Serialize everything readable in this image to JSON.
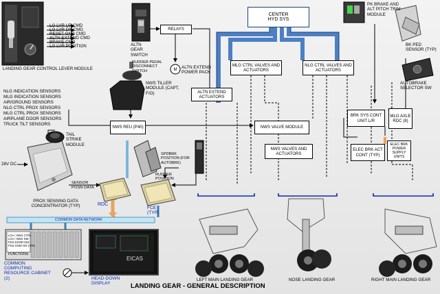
{
  "title": "LANDING GEAR - GENERAL DESCRIPTION",
  "center_hyd": {
    "line1": "CENTER",
    "line2": "HYD SYS"
  },
  "lever_module": {
    "label": "LANDING GEAR CONTROL LEVER MODULE",
    "signals": [
      "LG LVR UP CMD",
      "LG LVR DN CMD",
      "RESET GND CMD",
      "ALTN EXTEND CMD",
      "BRAKE CMD",
      "LG LVR POSITION"
    ]
  },
  "altn_switch": {
    "label": "ALTN GEAR SWITCH"
  },
  "relays": "RELAYS",
  "power_pack": {
    "symbol": "M",
    "label": "ALTN EXTEND POWER PACK"
  },
  "altn_actuators": "ALTN EXTEND ACTUATORS",
  "mlg_valves": "MLG CTRL VALVES AND ACTUATORS",
  "nlg_valves": "NLG CTRL VALVES AND ACTUATORS",
  "pk_brake": "PK BRAKE AND ALT PITCH TRIM MODULE",
  "bk_ped": "BK PED SENSOR (TYP)",
  "autobrake": "AUTOBRAKE SELECTOR SW",
  "rudder_disconnect": "RUDDER PEDAL DISCONNECT SWITCH",
  "tiller": "NWS TILLER MODULE (CAPT, F/O)",
  "sensors": [
    "NLG INDICATION SENSORS",
    "MLG INDICATION SENSORS",
    "AIR/GROUND SENSORS",
    "NLG CTRL PROX SENSORS",
    "MLG CTRL PROX SENSORS",
    "AIRPLANE DOOR SENSORS",
    "TRUCK TILT SENSORS"
  ],
  "tail_strike": "TAIL STRIKE MODULE",
  "nws_reu": "NWS REU (P40)",
  "nws_valve": "NWS VALVE MODULE",
  "nws_valves_act": "NWS VALVES AND ACTUATORS",
  "brk_sys": "BRK SYS CONT UNIT L/R",
  "mlg_axle": "MLG AXLE RDC (8)",
  "elec_brk": "ELEC BRK ACT CONT (TYP)",
  "elec_power": "ELEC BRK POWER SUPPLY UNITS",
  "spdbrk": "SPDBRK POSITION (FOR AUTOBRK)",
  "rudder_position": "RUDDER POSITION",
  "dc28": "28V DC",
  "sensor_posn": "SENSOR POSN DATA",
  "psdc": "PROX SENSING DATA CONCENTRATOR (TYP)",
  "rdc": "RDC",
  "fce": "FCE (TYP)",
  "cdn": "COMMON DATA NETWORK",
  "ccr": "COMMON COMPUTING RESOURCE CABINET (2)",
  "ccr_screen": [
    "LGA / NWS CTRL",
    "LGA / NWS IND",
    "PSS DOOR IND",
    "PSS GND/ GR CTRL"
  ],
  "functions": "FUNCTIONS",
  "hdd": "HEAD-DOWN DISPLAY",
  "eicas": "EICAS",
  "gears": [
    "LEFT MAIN LANDING GEAR",
    "NOSE LANDING GEAR",
    "RIGHT MAIN LANDING GEAR"
  ],
  "colors": {
    "hyd_blue": "#4d7fc4",
    "label_blue": "#0a2aa8",
    "network": "#bfe6f7",
    "orange": "#e8a35c"
  }
}
